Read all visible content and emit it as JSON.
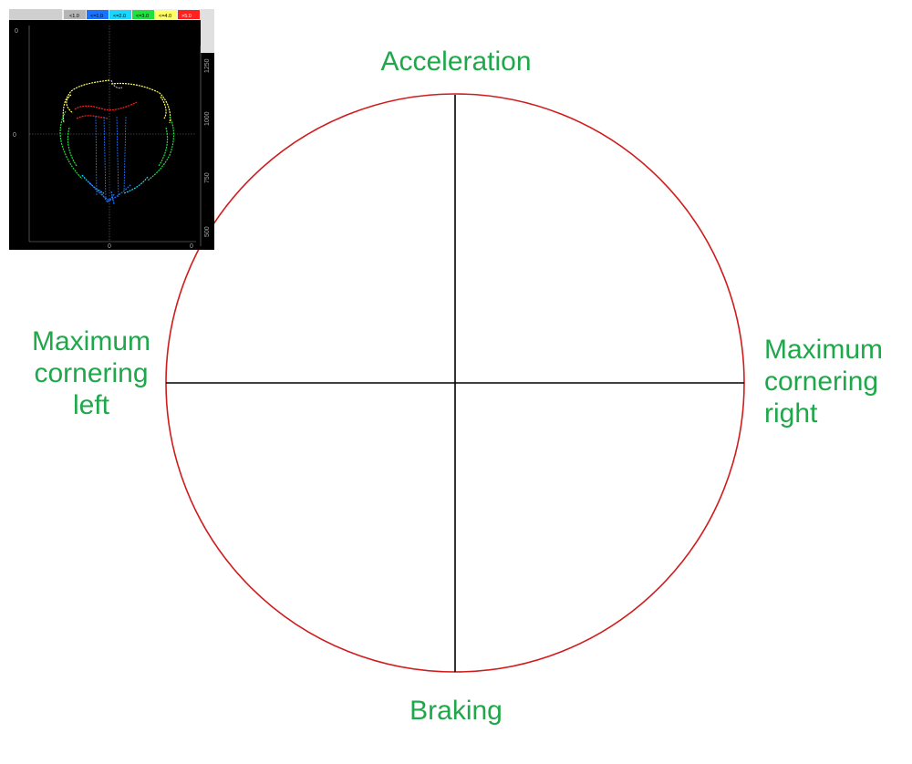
{
  "diagram": {
    "labels": {
      "top": "Acceleration",
      "bottom": "Braking",
      "left": [
        "Maximum",
        "cornering",
        "left"
      ],
      "right": [
        "Maximum",
        "cornering",
        "right"
      ]
    },
    "colors": {
      "label": "#1ea84a",
      "circle": "#d01c1c",
      "axes": "#000000"
    }
  },
  "inset": {
    "legend": [
      "<1.0",
      "<=1.0",
      "<=2.0",
      "<=3.0",
      "<=4.0",
      ">5.0"
    ],
    "legend_colors": [
      "#b5b5b5",
      "#1a73ff",
      "#18d6ff",
      "#20e040",
      "#ffff66",
      "#ff2020"
    ],
    "right_axis_ticks": [
      "1250",
      "1000",
      "750",
      "500"
    ],
    "left_axis_ticks": [
      "0",
      "0"
    ],
    "bottom_axis_ticks": [
      "0",
      "0"
    ]
  }
}
